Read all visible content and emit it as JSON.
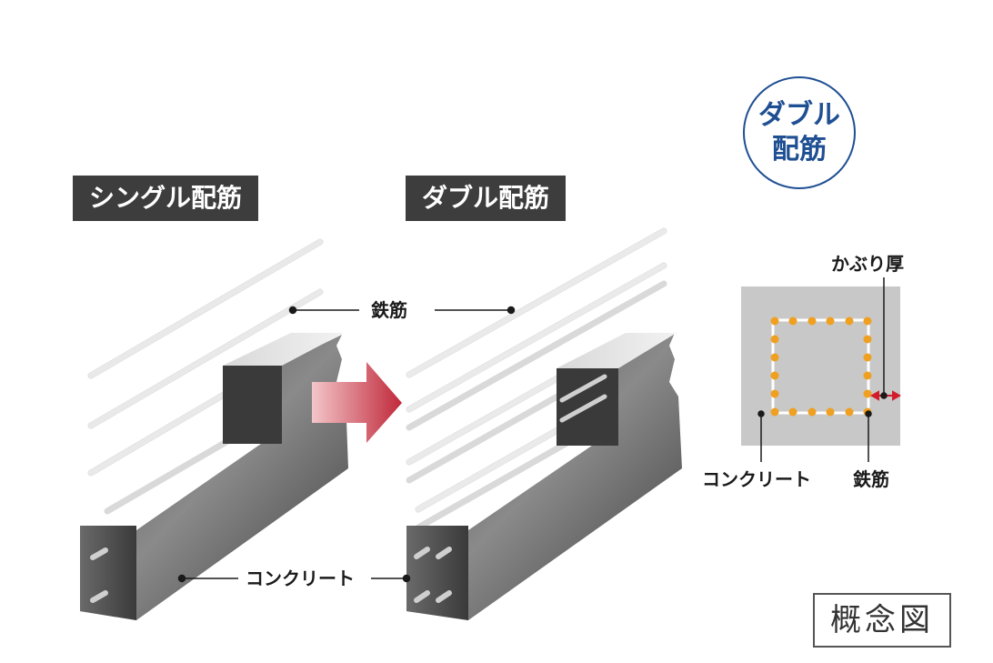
{
  "badge": {
    "line1": "ダブル",
    "line2": "配筋"
  },
  "panels": {
    "single_title": "シングル配筋",
    "double_title": "ダブル配筋"
  },
  "labels": {
    "rebar": "鉄筋",
    "concrete": "コンクリート",
    "cover": "かぶり厚",
    "section_concrete": "コンクリート",
    "section_rebar": "鉄筋"
  },
  "stamp": "概念図",
  "colors": {
    "badge_blue": "#1f4f93",
    "label_bg": "#3d3d3d",
    "arrow_red": "#c0283a",
    "rebar_dot": "#f0a020",
    "cover_arrow": "#d21c2c",
    "section_gray": "#c8c8c8"
  }
}
